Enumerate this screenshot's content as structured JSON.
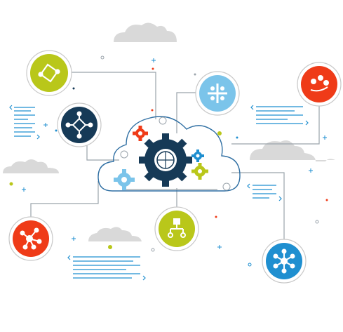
{
  "palette": {
    "navy": "#163a57",
    "lime": "#b9c71a",
    "orange_red": "#ef3b18",
    "sky": "#7bc4ea",
    "blue": "#1f8fd0",
    "light_gray": "#d9d9d9",
    "line_gray": "#9aa3ab",
    "cloud_blue": "#2f6fa3"
  },
  "nodes": [
    {
      "id": "sync",
      "icon": "sync-arrows-icon",
      "color": "lime"
    },
    {
      "id": "hub",
      "icon": "hub-nodes-icon",
      "color": "navy"
    },
    {
      "id": "tile-grid",
      "icon": "grid-cross-icon",
      "color": "sky"
    },
    {
      "id": "bubbles",
      "icon": "bubble-chart-icon",
      "color": "orange_red"
    },
    {
      "id": "flow",
      "icon": "flowchart-icon",
      "color": "lime"
    },
    {
      "id": "network-left",
      "icon": "network-graph-icon",
      "color": "orange_red"
    },
    {
      "id": "network-right",
      "icon": "star-network-icon",
      "color": "blue"
    }
  ],
  "center": {
    "icon": "cloud-gears-icon"
  }
}
